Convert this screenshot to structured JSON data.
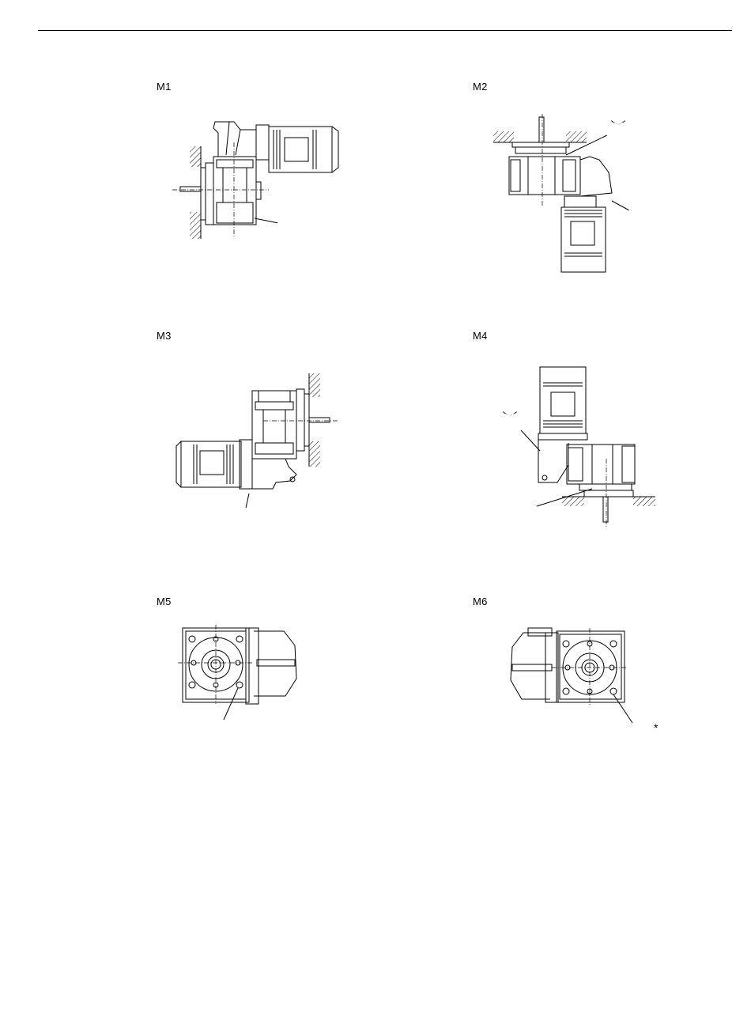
{
  "page": {
    "mounting_positions": [
      {
        "id": "m1",
        "label": "M1"
      },
      {
        "id": "m2",
        "label": "M2"
      },
      {
        "id": "m3",
        "label": "M3"
      },
      {
        "id": "m4",
        "label": "M4"
      },
      {
        "id": "m5",
        "label": "M5"
      },
      {
        "id": "m6",
        "label": "M6"
      }
    ],
    "footnote_marker": "*"
  }
}
